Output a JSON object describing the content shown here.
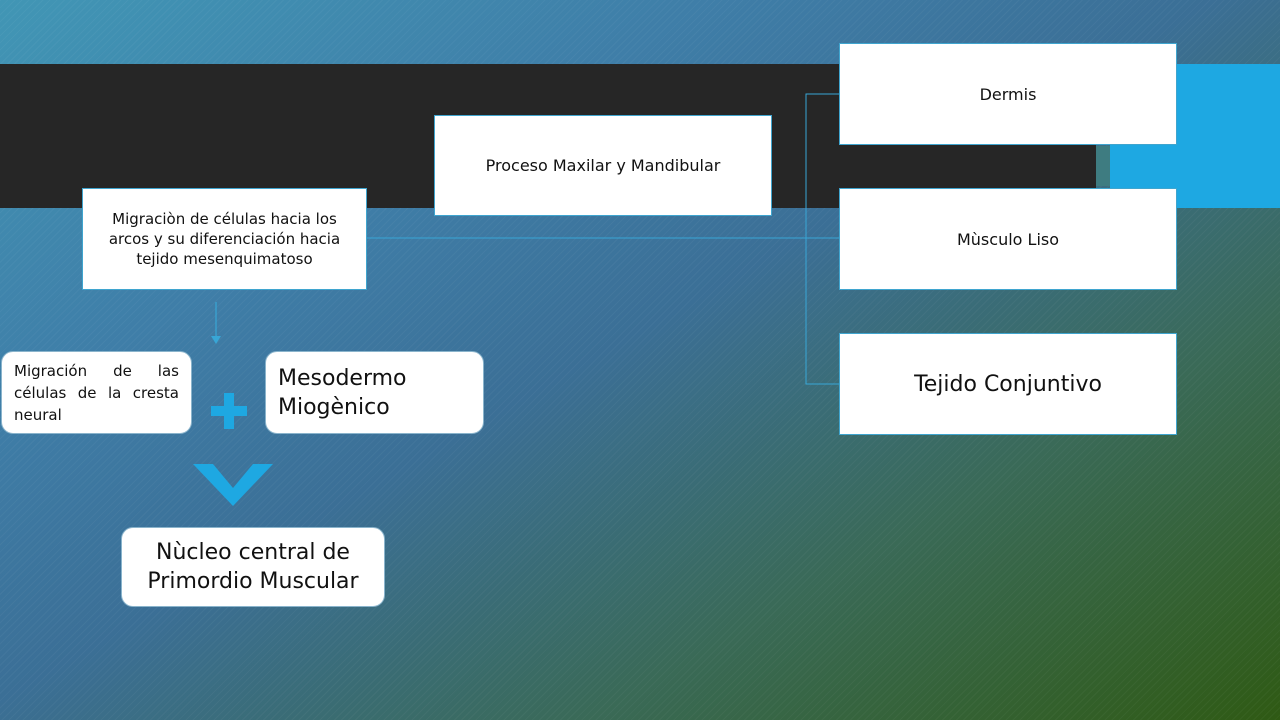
{
  "diagram": {
    "nodes": {
      "migracion_arcos": "Migraciòn de células hacia los arcos y su diferenciación hacia tejido mesenquimatoso",
      "proceso": "Proceso Maxilar y Mandibular",
      "dermis": "Dermis",
      "musculo_liso": "Mùsculo Liso",
      "tejido_conjuntivo": "Tejido Conjuntivo",
      "migracion_cresta": "Migración de las células de la cresta neural",
      "mesodermo": "Mesodermo Miogènico",
      "nucleo": "Nùcleo central de Primordio Muscular"
    },
    "icons": {
      "plus": "plus-icon",
      "chevron": "chevron-down-icon",
      "arrow": "arrow-down-icon"
    },
    "colors": {
      "accent": "#1ea8e2",
      "band": "#262626",
      "box": "#ffffff",
      "connector": "#38a6d6"
    }
  }
}
